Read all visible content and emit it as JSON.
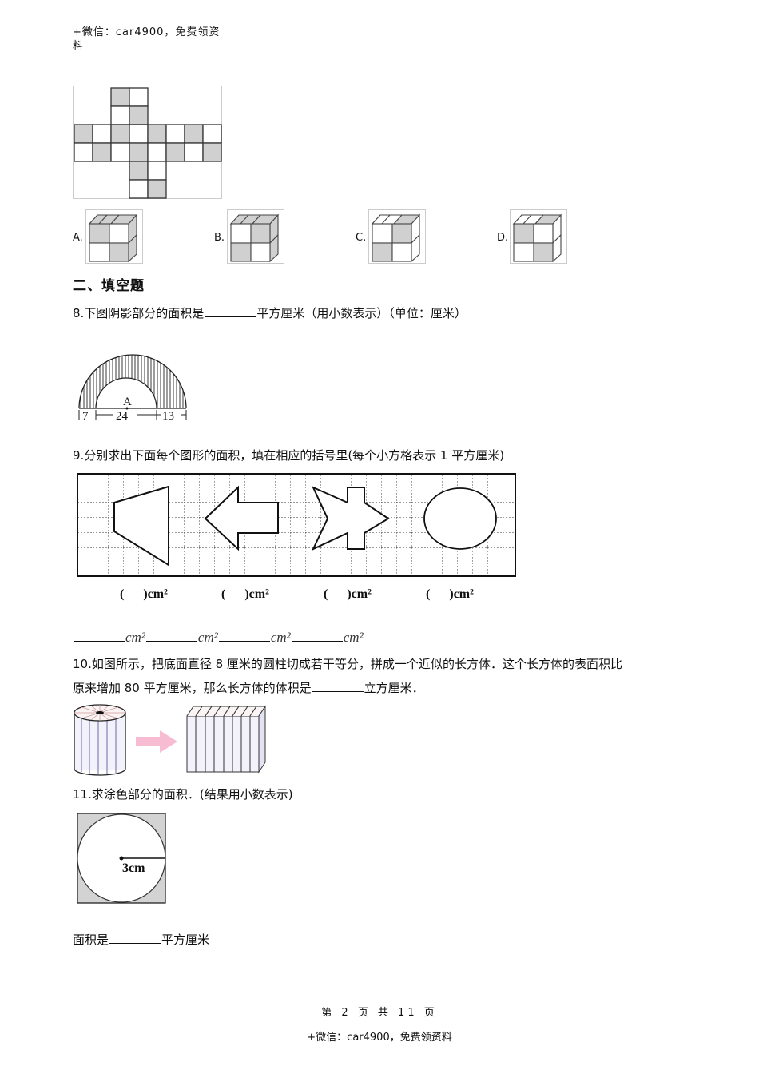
{
  "header": {
    "watermark_line1": "+微信：car4900，免费领资",
    "watermark_line2": "料"
  },
  "question7": {
    "net_figure": "cube-net-checkered",
    "options": [
      {
        "label": "A.",
        "top": [
          "#d0d0d0",
          "#d0d0d0"
        ],
        "front": [
          "#d0d0d0",
          "#ffffff",
          "#ffffff",
          "#d0d0d0"
        ],
        "side": "#d0d0d0"
      },
      {
        "label": "B.",
        "top": [
          "#d0d0d0",
          "#d0d0d0"
        ],
        "front": [
          "#ffffff",
          "#d0d0d0",
          "#d0d0d0",
          "#ffffff"
        ],
        "side": "#d0d0d0"
      },
      {
        "label": "C.",
        "top": [
          "#ffffff",
          "#d0d0d0"
        ],
        "front": [
          "#ffffff",
          "#d0d0d0",
          "#d0d0d0",
          "#ffffff"
        ],
        "side": "#ffffff"
      },
      {
        "label": "D.",
        "top": [
          "#ffffff",
          "#d0d0d0"
        ],
        "front": [
          "#d0d0d0",
          "#ffffff",
          "#ffffff",
          "#d0d0d0"
        ],
        "side": "#ffffff"
      }
    ]
  },
  "section2": {
    "title": "二、填空题"
  },
  "question8": {
    "prefix": "8.下图阴影部分的面积是",
    "suffix": "平方厘米（用小数表示）（单位：厘米）",
    "figure": {
      "center_label": "A",
      "dims": [
        "7",
        "24",
        "13"
      ]
    }
  },
  "question9": {
    "text": "9.分别求出下面每个图形的面积，填在相应的括号里(每个小方格表示 1 平方厘米)",
    "figure_labels": [
      "(      )cm²",
      "(      )cm²",
      "(      )cm²",
      "(      )cm²"
    ],
    "answer_units": [
      "cm²",
      "cm²",
      "cm²",
      "cm²"
    ]
  },
  "question10": {
    "line1": "10.如图所示，把底面直径 8 厘米的圆柱切成若干等分，拼成一个近似的长方体．这个长方体的表面积比",
    "line2_prefix": "原来增加 80 平方厘米，那么长方体的体积是",
    "line2_suffix": "立方厘米．"
  },
  "question11": {
    "text": "11.求涂色部分的面积．(结果用小数表示)",
    "radius_label": "3cm",
    "answer_prefix": "面积是",
    "answer_suffix": "平方厘米"
  },
  "footer": {
    "page_indicator": "第 2 页 共 11 页",
    "watermark": "+微信：car4900，免费领资料"
  }
}
